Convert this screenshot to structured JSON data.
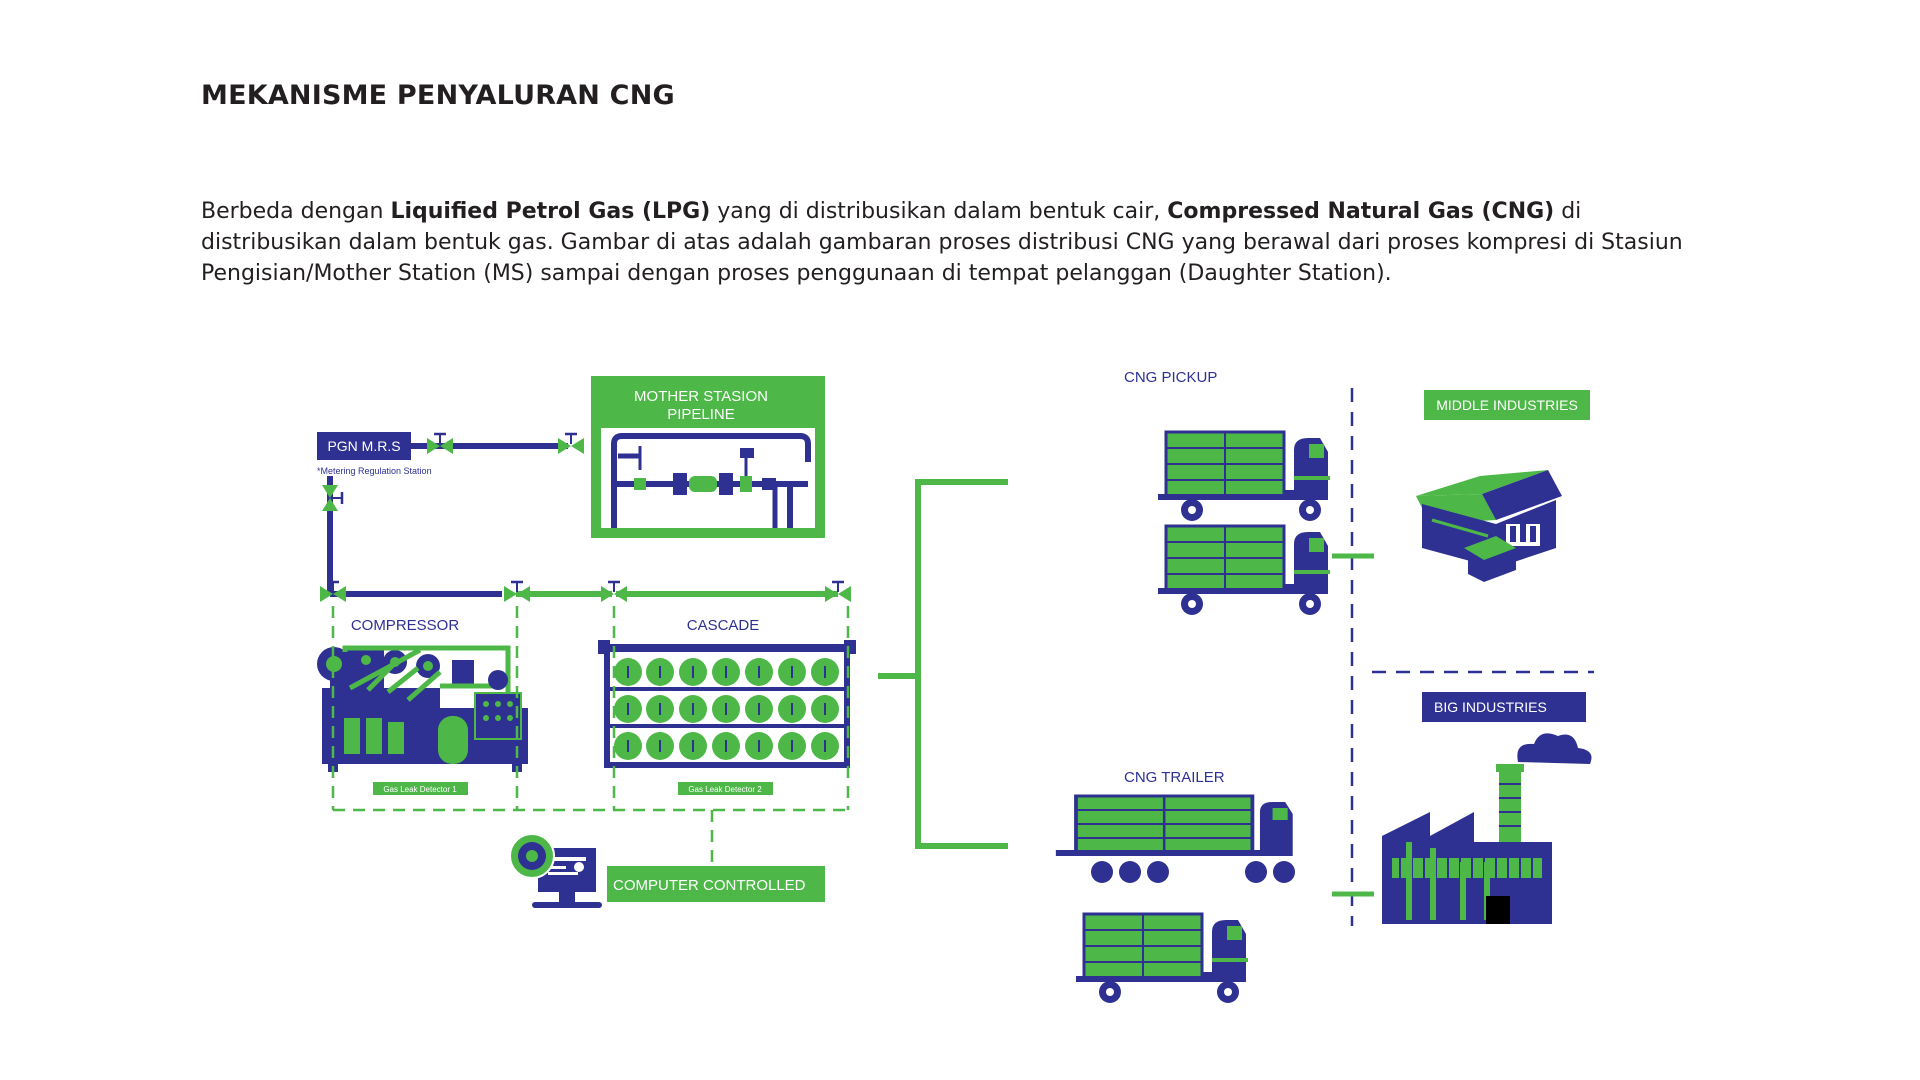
{
  "title": "MEKANISME PENYALURAN CNG",
  "intro": {
    "p1": "Berbeda dengan ",
    "b1": "Liquified Petrol Gas (LPG)",
    "p2": " yang di distribusikan dalam bentuk cair, ",
    "b2": "Compressed Natural Gas (CNG)",
    "p3": " di distribusikan dalam bentuk gas. Gambar di atas adalah gambaran proses distribusi CNG yang berawal dari proses kompresi di Stasiun Pengisian/Mother Station (MS) sampai dengan proses penggunaan di tempat pelanggan (Daughter Station)."
  },
  "diagram": {
    "pgn_mrs": "PGN M.R.S",
    "metering_note": "*Metering Regulation Station",
    "mother_station_line1": "MOTHER STASION",
    "mother_station_line2": "PIPELINE",
    "compressor": "COMPRESSOR",
    "cascade": "CASCADE",
    "gas_leak_1": "Gas Leak Detector 1",
    "gas_leak_2": "Gas Leak Detector 2",
    "computer_controlled": "COMPUTER CONTROLLED",
    "cng_pickup": "CNG PICKUP",
    "cng_trailer": "CNG TRAILER",
    "middle_industries": "MIDDLE INDUSTRIES",
    "big_industries": "BIG INDUSTRIES"
  },
  "colors": {
    "green": "#4db848",
    "blue": "#2e3192",
    "dark_text": "#231f20"
  },
  "icons": [
    "valve-icon",
    "pipeline-icon",
    "compressor-icon",
    "cascade-cylinders-icon",
    "computer-icon",
    "truck-icon",
    "factory-icon",
    "warehouse-icon"
  ]
}
